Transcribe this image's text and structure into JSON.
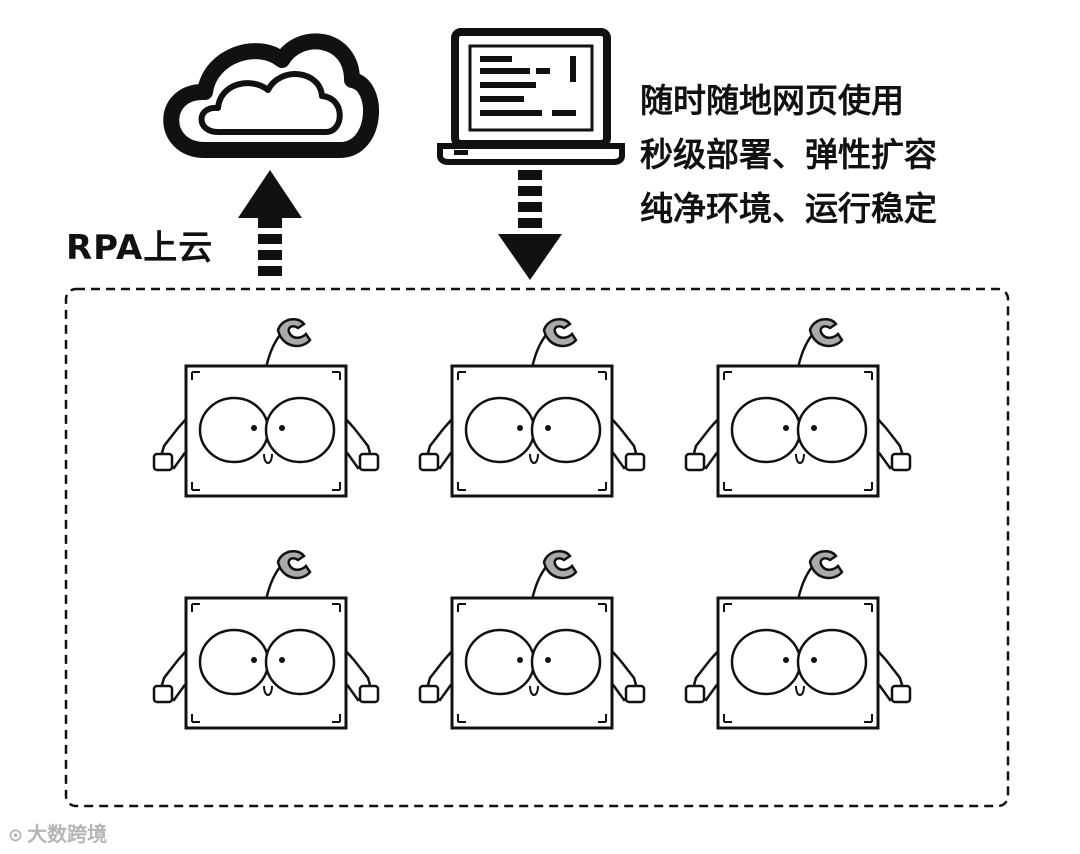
{
  "diagram": {
    "cloud_icon": "cloud-icon",
    "laptop_icon": "laptop-icon",
    "robot_icon": "robot-icon",
    "rpa_label": "RPA上云",
    "features": [
      "随时随地网页使用",
      "秒级部署、弹性扩容",
      "纯净环境、运行稳定"
    ],
    "robot_count": 6,
    "colors": {
      "ink": "#111111",
      "fill": "#ffffff",
      "hatch": "#888888"
    }
  },
  "watermark": {
    "icon": "watermark-logo-icon",
    "text": "大数跨境"
  }
}
